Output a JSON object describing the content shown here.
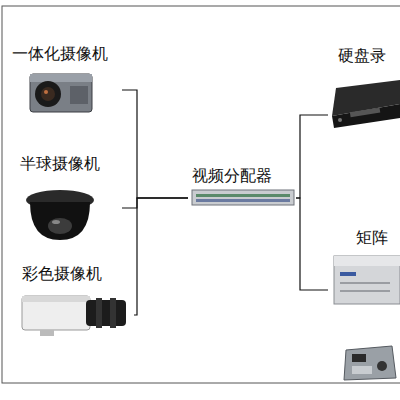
{
  "diagram": {
    "nodes": [
      {
        "text": [
          "一体化摄像机"
        ]
      },
      {
        "text": [
          "半球摄像机"
        ]
      },
      {
        "text": [
          "彩色摄像机"
        ]
      },
      {
        "text": [
          "视频分配器"
        ]
      },
      {
        "text": [
          "硬盘录"
        ]
      },
      {
        "text": [
          "矩阵"
        ]
      }
    ],
    "edges": [
      {
        "from": 0,
        "to": 3,
        "arrow": "none"
      },
      {
        "from": 1,
        "to": 3,
        "arrow": "none"
      },
      {
        "from": 2,
        "to": 3,
        "arrow": "none"
      },
      {
        "from": 3,
        "to": 4,
        "arrow": "none"
      },
      {
        "from": 3,
        "to": 5,
        "arrow": "none"
      }
    ]
  }
}
